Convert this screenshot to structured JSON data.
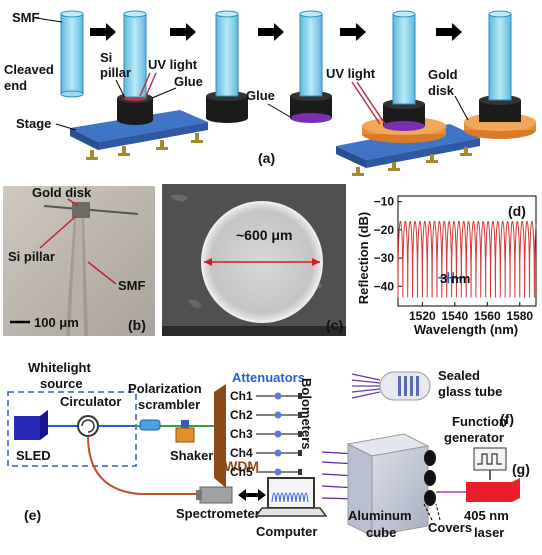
{
  "colors": {
    "fiber": "#8fd3ee",
    "fiber_dark": "#2b8fb8",
    "stage": "#3f74c6",
    "stage_side": "#2f5aa3",
    "pillar": "#1b1b1b",
    "gold": "#f0a050",
    "uv": "#c0304a",
    "arrow": "#000000",
    "legs": "#a38a2a",
    "spectrum": "#d33a3a",
    "attenuator_text": "#2a5bd7",
    "laser": "#e8202a",
    "sled": "#2a2ab8",
    "cwdm": "#8a4a1a"
  },
  "panel_a": {
    "label": "(a)",
    "smf": "SMF",
    "cleaved_end": "Cleaved end",
    "stage": "Stage",
    "si_pillar": "Si pillar",
    "uv_light_1": "UV light",
    "glue_1": "Glue",
    "glue_2": "Glue",
    "uv_light_2": "UV light",
    "gold_disk": "Gold disk"
  },
  "panel_b": {
    "label": "(b)",
    "gold_disk": "Gold disk",
    "si_pillar": "Si pillar",
    "smf": "SMF",
    "scale": "100 μm"
  },
  "panel_c": {
    "label": "(c)",
    "dimension": "~600 μm"
  },
  "panel_d": {
    "label": "(d)",
    "spacing": "3 nm"
  },
  "panel_e": {
    "label": "(e)",
    "whitelight_source": "Whitelight source",
    "circulator": "Circulator",
    "sled": "SLED",
    "polarization_scrambler": "Polarization scrambler",
    "shaker": "Shaker",
    "attenuators": "Attenuators",
    "bolometers": "Bolometers",
    "channels": [
      "Ch1",
      "Ch2",
      "Ch3",
      "Ch4",
      "Ch5"
    ],
    "cwdm": "CWDM",
    "spectrometer": "Spectrometer",
    "computer": "Computer"
  },
  "panel_f": {
    "label": "(f)",
    "sealed_glass_tube": "Sealed glass tube"
  },
  "panel_g": {
    "label": "(g)",
    "function_generator": "Function generator",
    "aluminum_cube": "Aluminum cube",
    "covers": "Covers",
    "laser": "405 nm laser"
  },
  "chart_data": {
    "type": "line",
    "xlabel": "Wavelength (nm)",
    "ylabel": "Reflection (dB)",
    "xlim": [
      1505,
      1590
    ],
    "ylim": [
      -47,
      -8
    ],
    "xticks": [
      1520,
      1540,
      1560,
      1580
    ],
    "yticks": [
      -10,
      -20,
      -30,
      -40
    ],
    "series": [
      {
        "period_nm": 3,
        "max_db": -17,
        "min_db": -44
      }
    ]
  }
}
